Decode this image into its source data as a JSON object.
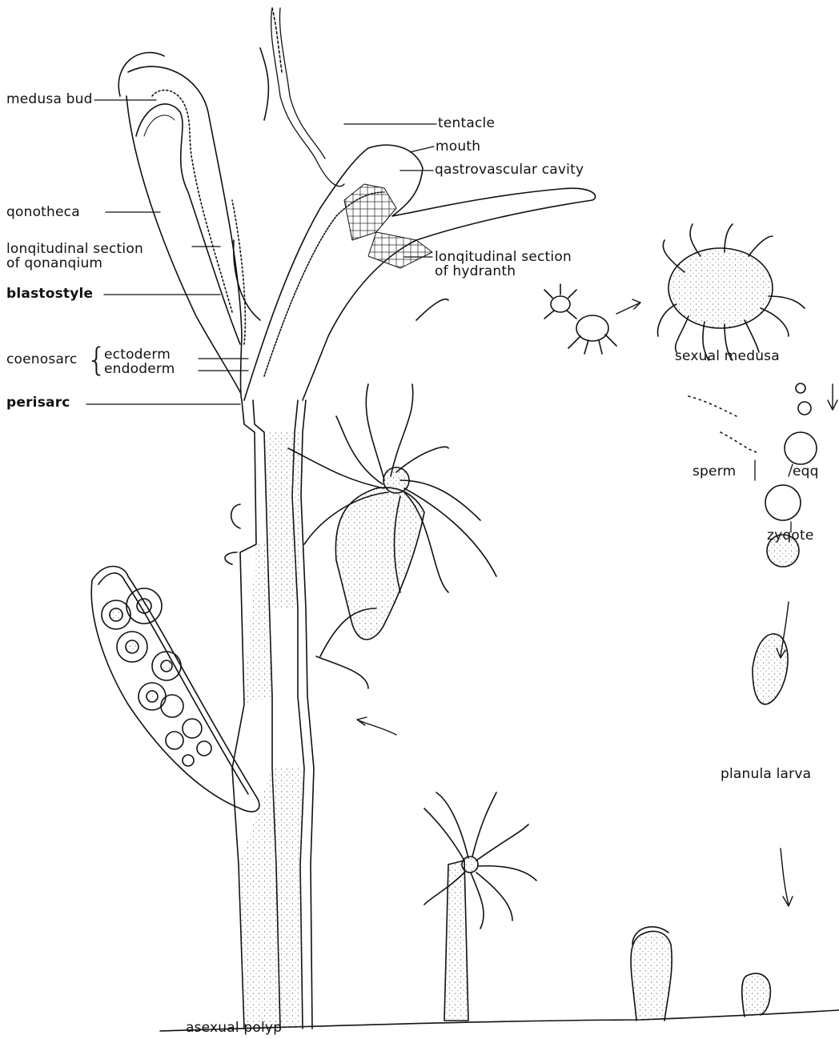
{
  "labels": {
    "medusa_bud": "medusa bud",
    "gonotheca": "qonotheca",
    "gonangium_1": "lonqitudinal  section",
    "gonangium_2": "of qonanqium",
    "blastostyle": "blastostyle",
    "coenosarc": "coenosarc",
    "ectoderm": "ectoderm",
    "endoderm": "endoderm",
    "perisarc": "perisarc",
    "tentacle": "tentacle",
    "mouth": "mouth",
    "gastrovascular": "qastrovascular  cavity",
    "hydranth_1": "lonqitudinal  section",
    "hydranth_2": "of hydranth",
    "sexual_medusa": "sexual medusa",
    "sperm": "sperm",
    "egg": "eqq",
    "zygote": "zyqote",
    "planula": "planula  larva",
    "asexual_polyp": "asexual  polyp"
  },
  "colors": {
    "ink": "#111111",
    "stipple": "#8a8a8a",
    "paper": "#ffffff"
  }
}
